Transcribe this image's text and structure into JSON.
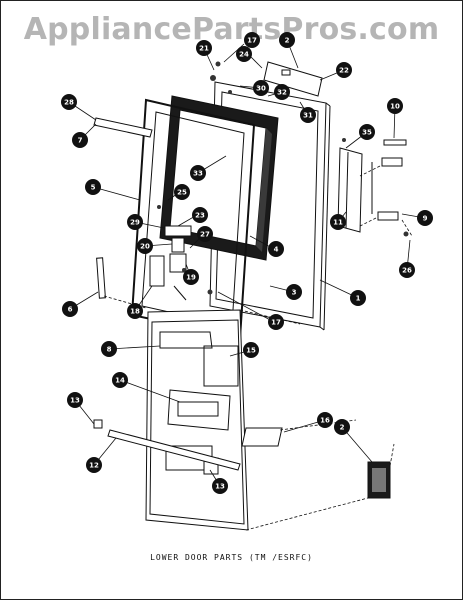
{
  "watermark": "AppliancePartsPros.com",
  "caption": "LOWER DOOR PARTS (TM /ESRFC)",
  "callouts": [
    {
      "id": "c28",
      "label": "28"
    },
    {
      "id": "c7",
      "label": "7"
    },
    {
      "id": "c5",
      "label": "5"
    },
    {
      "id": "c29",
      "label": "29"
    },
    {
      "id": "c20",
      "label": "20"
    },
    {
      "id": "c6",
      "label": "6"
    },
    {
      "id": "c18",
      "label": "18"
    },
    {
      "id": "c21",
      "label": "21"
    },
    {
      "id": "c17a",
      "label": "17"
    },
    {
      "id": "c24",
      "label": "24"
    },
    {
      "id": "c2",
      "label": "2"
    },
    {
      "id": "c22",
      "label": "22"
    },
    {
      "id": "c30",
      "label": "30"
    },
    {
      "id": "c32",
      "label": "32"
    },
    {
      "id": "c31",
      "label": "31"
    },
    {
      "id": "c33",
      "label": "33"
    },
    {
      "id": "c25",
      "label": "25"
    },
    {
      "id": "c23",
      "label": "23"
    },
    {
      "id": "c27",
      "label": "27"
    },
    {
      "id": "c19",
      "label": "19"
    },
    {
      "id": "c4",
      "label": "4"
    },
    {
      "id": "c3",
      "label": "3"
    },
    {
      "id": "c17b",
      "label": "17"
    },
    {
      "id": "c1",
      "label": "1"
    },
    {
      "id": "c10",
      "label": "10"
    },
    {
      "id": "c35",
      "label": "35"
    },
    {
      "id": "c11",
      "label": "11"
    },
    {
      "id": "c9",
      "label": "9"
    },
    {
      "id": "c26",
      "label": "26"
    },
    {
      "id": "c8",
      "label": "8"
    },
    {
      "id": "c15",
      "label": "15"
    },
    {
      "id": "c14",
      "label": "14"
    },
    {
      "id": "c13a",
      "label": "13"
    },
    {
      "id": "c12",
      "label": "12"
    },
    {
      "id": "c16",
      "label": "16"
    },
    {
      "id": "c2b",
      "label": "2"
    },
    {
      "id": "c13b",
      "label": "13"
    }
  ]
}
